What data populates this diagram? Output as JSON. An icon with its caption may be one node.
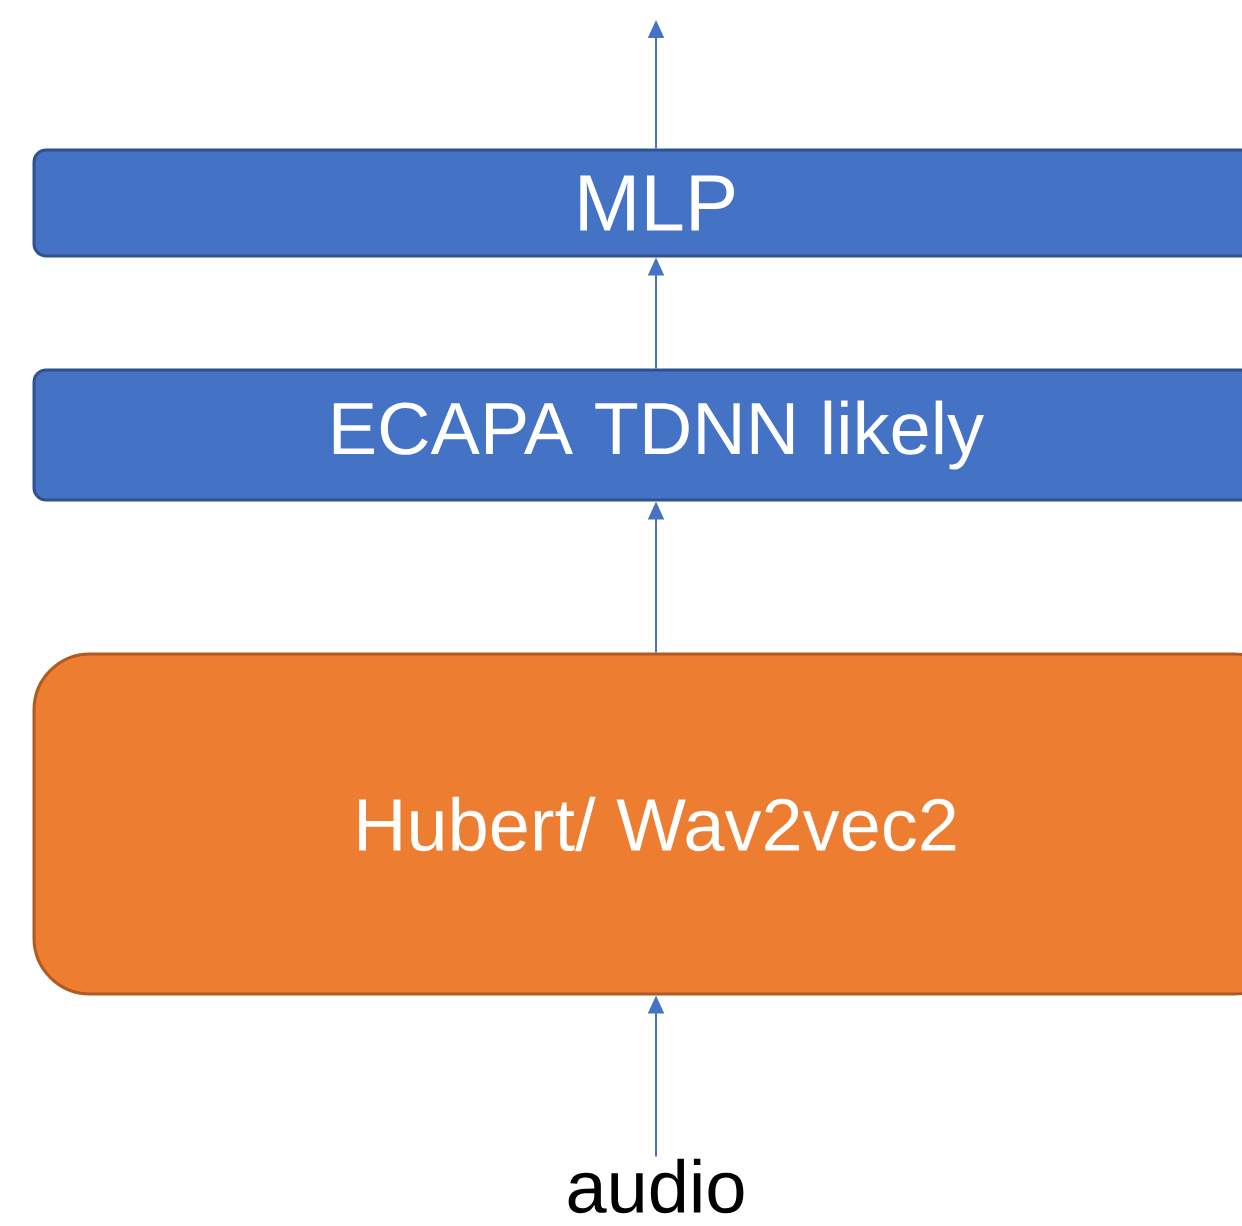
{
  "diagram": {
    "nodes": [
      {
        "text": [
          "MLP"
        ]
      },
      {
        "text": [
          "ECAPA TDNN likely"
        ]
      },
      {
        "text": [
          "Hubert/ Wav2vec2"
        ]
      },
      {
        "text": [
          "audio"
        ]
      }
    ],
    "edges": [
      {
        "from": 3,
        "to": 2,
        "arrow": "to"
      },
      {
        "from": 2,
        "to": 1,
        "arrow": "to"
      },
      {
        "from": 1,
        "to": 0,
        "arrow": "to"
      },
      {
        "from": 0,
        "to": null,
        "arrow": "to"
      }
    ]
  }
}
